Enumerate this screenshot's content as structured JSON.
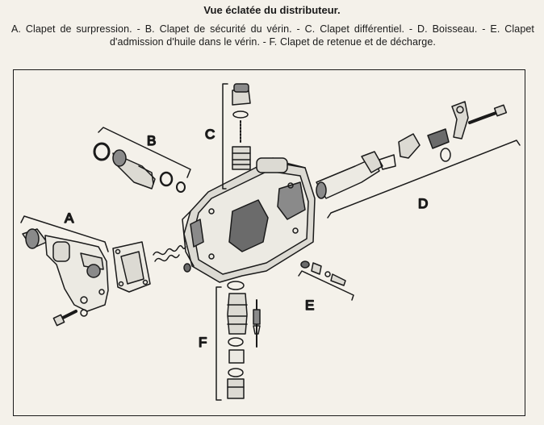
{
  "page": {
    "title": "Vue éclatée du distributeur.",
    "caption": "A. Clapet de surpression. - B. Clapet de sécurité du vérin. - C. Clapet différentiel. - D. Boisseau. - E. Clapet d'admission d'huile dans le vérin. - F. Clapet de retenue et de décharge."
  },
  "labels": {
    "a": "A",
    "b": "B",
    "c": "C",
    "d": "D",
    "e": "E",
    "f": "F"
  },
  "colors": {
    "ink": "#1a1a1a",
    "paper": "#f4f1ea",
    "shade": "#6b6b6b"
  }
}
